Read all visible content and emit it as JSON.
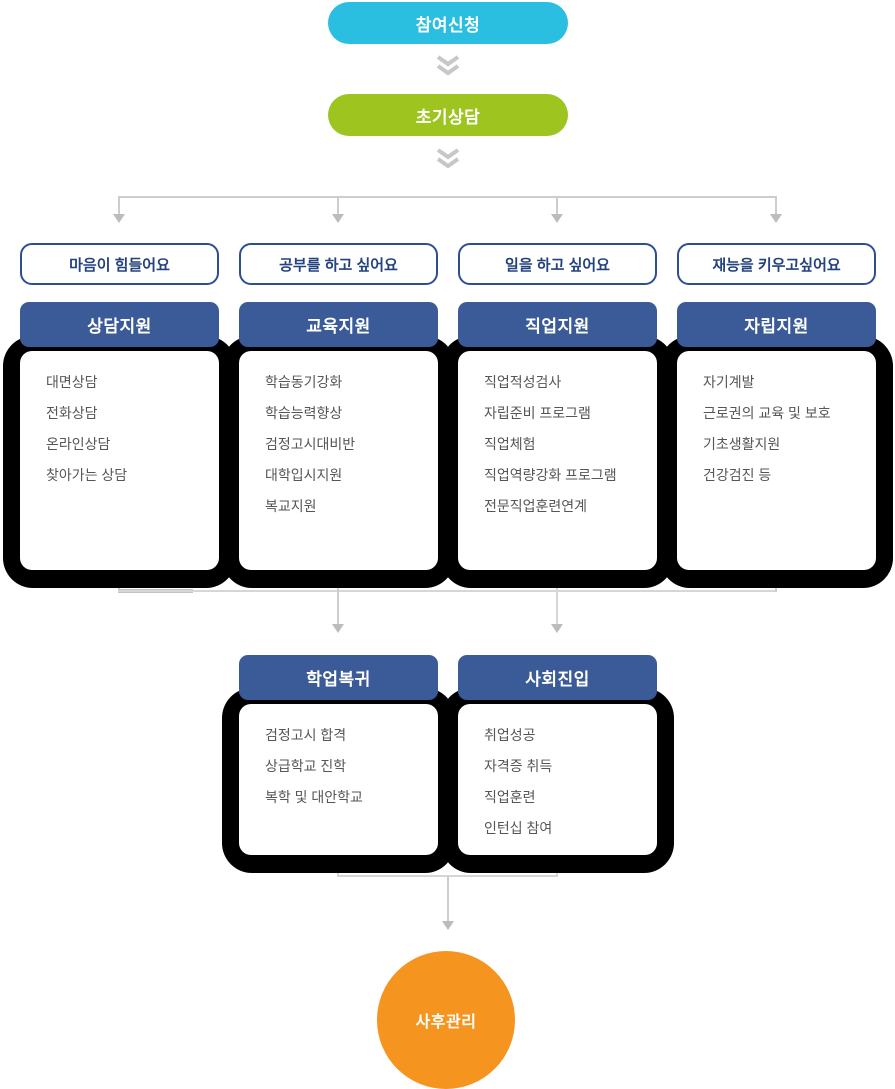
{
  "flow": {
    "start_label": "참여신청",
    "initial_label": "초기상담",
    "final_label": "사후관리"
  },
  "colors": {
    "start_pill": "#2abfe0",
    "initial_pill": "#9dc41f",
    "track_header": "#3a5b98",
    "question_outline": "#2d4f8f",
    "final_circle": "#f5941e",
    "connector_gray": "#cdcdcd",
    "card_shadow": "#000000"
  },
  "tracks": [
    {
      "question": "마음이 힘들어요",
      "header": "상담지원",
      "items": [
        "대면상담",
        "전화상담",
        "온라인상담",
        "찾아가는 상담"
      ]
    },
    {
      "question": "공부를 하고 싶어요",
      "header": "교육지원",
      "items": [
        "학습동기강화",
        "학습능력향상",
        "검정고시대비반",
        "대학입시지원",
        "복교지원"
      ]
    },
    {
      "question": "일을 하고 싶어요",
      "header": "직업지원",
      "items": [
        "직업적성검사",
        "자립준비 프로그램",
        "직업체험",
        "직업역량강화 프로그램",
        "전문직업훈련연계"
      ]
    },
    {
      "question": "재능을 키우고싶어요",
      "header": "자립지원",
      "items": [
        "자기계발",
        "근로권의 교육 및 보호",
        "기초생활지원",
        "건강검진 등"
      ]
    }
  ],
  "outcomes": [
    {
      "header": "학업복귀",
      "items": [
        "검정고시 합격",
        "상급학교 진학",
        "복학 및 대안학교"
      ]
    },
    {
      "header": "사회진입",
      "items": [
        "취업성공",
        "자격증 취득",
        "직업훈련",
        "인턴십 참여"
      ]
    }
  ]
}
